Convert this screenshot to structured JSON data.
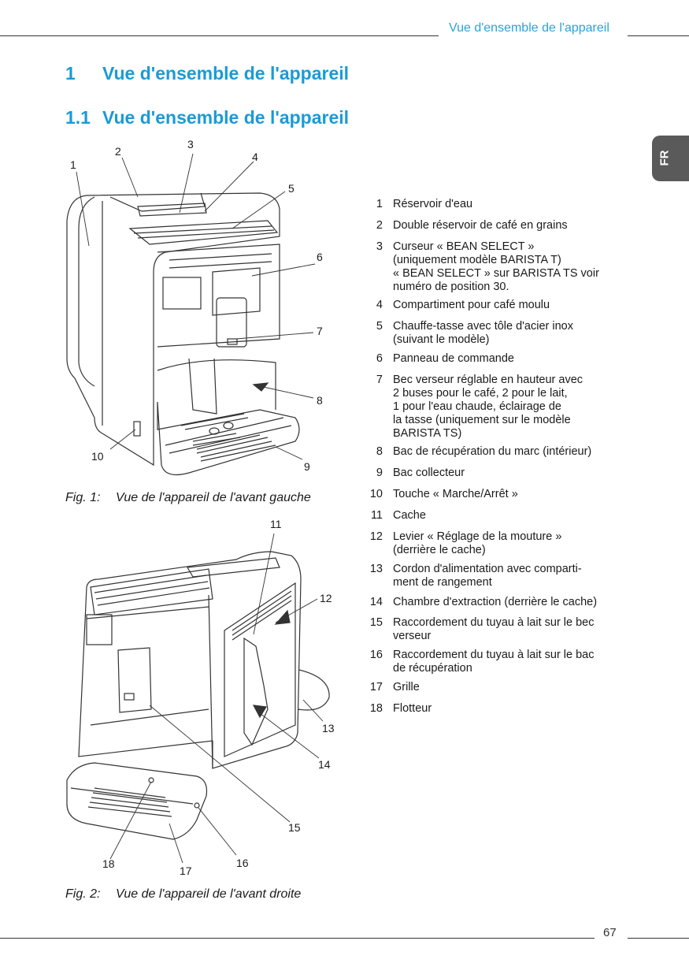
{
  "header": {
    "running_title": "Vue d'ensemble de l'appareil"
  },
  "language_tab": "FR",
  "section": {
    "number": "1",
    "title": "Vue d'ensemble de l'appareil"
  },
  "subsection": {
    "number": "1.1",
    "title": "Vue d'ensemble de l'appareil"
  },
  "figures": [
    {
      "label": "Fig. 1:",
      "caption": "Vue de l'appareil de l'avant gauche",
      "callouts": [
        "1",
        "2",
        "3",
        "4",
        "5",
        "6",
        "7",
        "8",
        "9",
        "10"
      ]
    },
    {
      "label": "Fig. 2:",
      "caption": "Vue de l'appareil de l'avant droite",
      "callouts": [
        "11",
        "12",
        "13",
        "14",
        "15",
        "16",
        "17",
        "18"
      ]
    }
  ],
  "legend": [
    {
      "n": "1",
      "lines": [
        "Réservoir d'eau"
      ]
    },
    {
      "n": "2",
      "lines": [
        "Double réservoir de café en grains"
      ]
    },
    {
      "n": "3",
      "lines": [
        "Curseur « BEAN SELECT »",
        "(uniquement modèle BARISTA T)",
        "« BEAN SELECT » sur BARISTA TS voir",
        "numéro de position 30."
      ]
    },
    {
      "n": "4",
      "lines": [
        "Compartiment pour café moulu"
      ]
    },
    {
      "n": "5",
      "lines": [
        "Chauffe-tasse avec tôle d'acier inox",
        "(suivant le modèle)"
      ]
    },
    {
      "n": "6",
      "lines": [
        "Panneau de commande"
      ]
    },
    {
      "n": "7",
      "lines": [
        "Bec verseur réglable en hauteur avec",
        "2 buses pour le café, 2 pour le lait,",
        "1 pour l'eau chaude, éclairage de",
        "la tasse (uniquement sur le modèle",
        "BARISTA TS)"
      ]
    },
    {
      "n": "8",
      "lines": [
        "Bac de récupération du marc (intérieur)"
      ]
    },
    {
      "n": "9",
      "lines": [
        "Bac collecteur"
      ]
    },
    {
      "n": "10",
      "lines": [
        "Touche « Marche/Arrêt »"
      ]
    },
    {
      "n": "11",
      "lines": [
        "Cache"
      ]
    },
    {
      "n": "12",
      "lines": [
        "Levier « Réglage de la mouture »",
        "(derrière le cache)"
      ]
    },
    {
      "n": "13",
      "lines": [
        "Cordon d'alimentation avec comparti-",
        "ment de rangement"
      ]
    },
    {
      "n": "14",
      "lines": [
        "Chambre d'extraction (derrière le cache)"
      ]
    },
    {
      "n": "15",
      "lines": [
        "Raccordement du tuyau à lait  sur le bec",
        "verseur"
      ]
    },
    {
      "n": "16",
      "lines": [
        "Raccordement du tuyau à lait sur le bac",
        "de récupération"
      ]
    },
    {
      "n": "17",
      "lines": [
        "Grille"
      ]
    },
    {
      "n": "18",
      "lines": [
        "Flotteur"
      ]
    }
  ],
  "footer": {
    "page_number": "67"
  },
  "colors": {
    "accent": "#1b9ad7",
    "tab": "#5a5a5a"
  }
}
